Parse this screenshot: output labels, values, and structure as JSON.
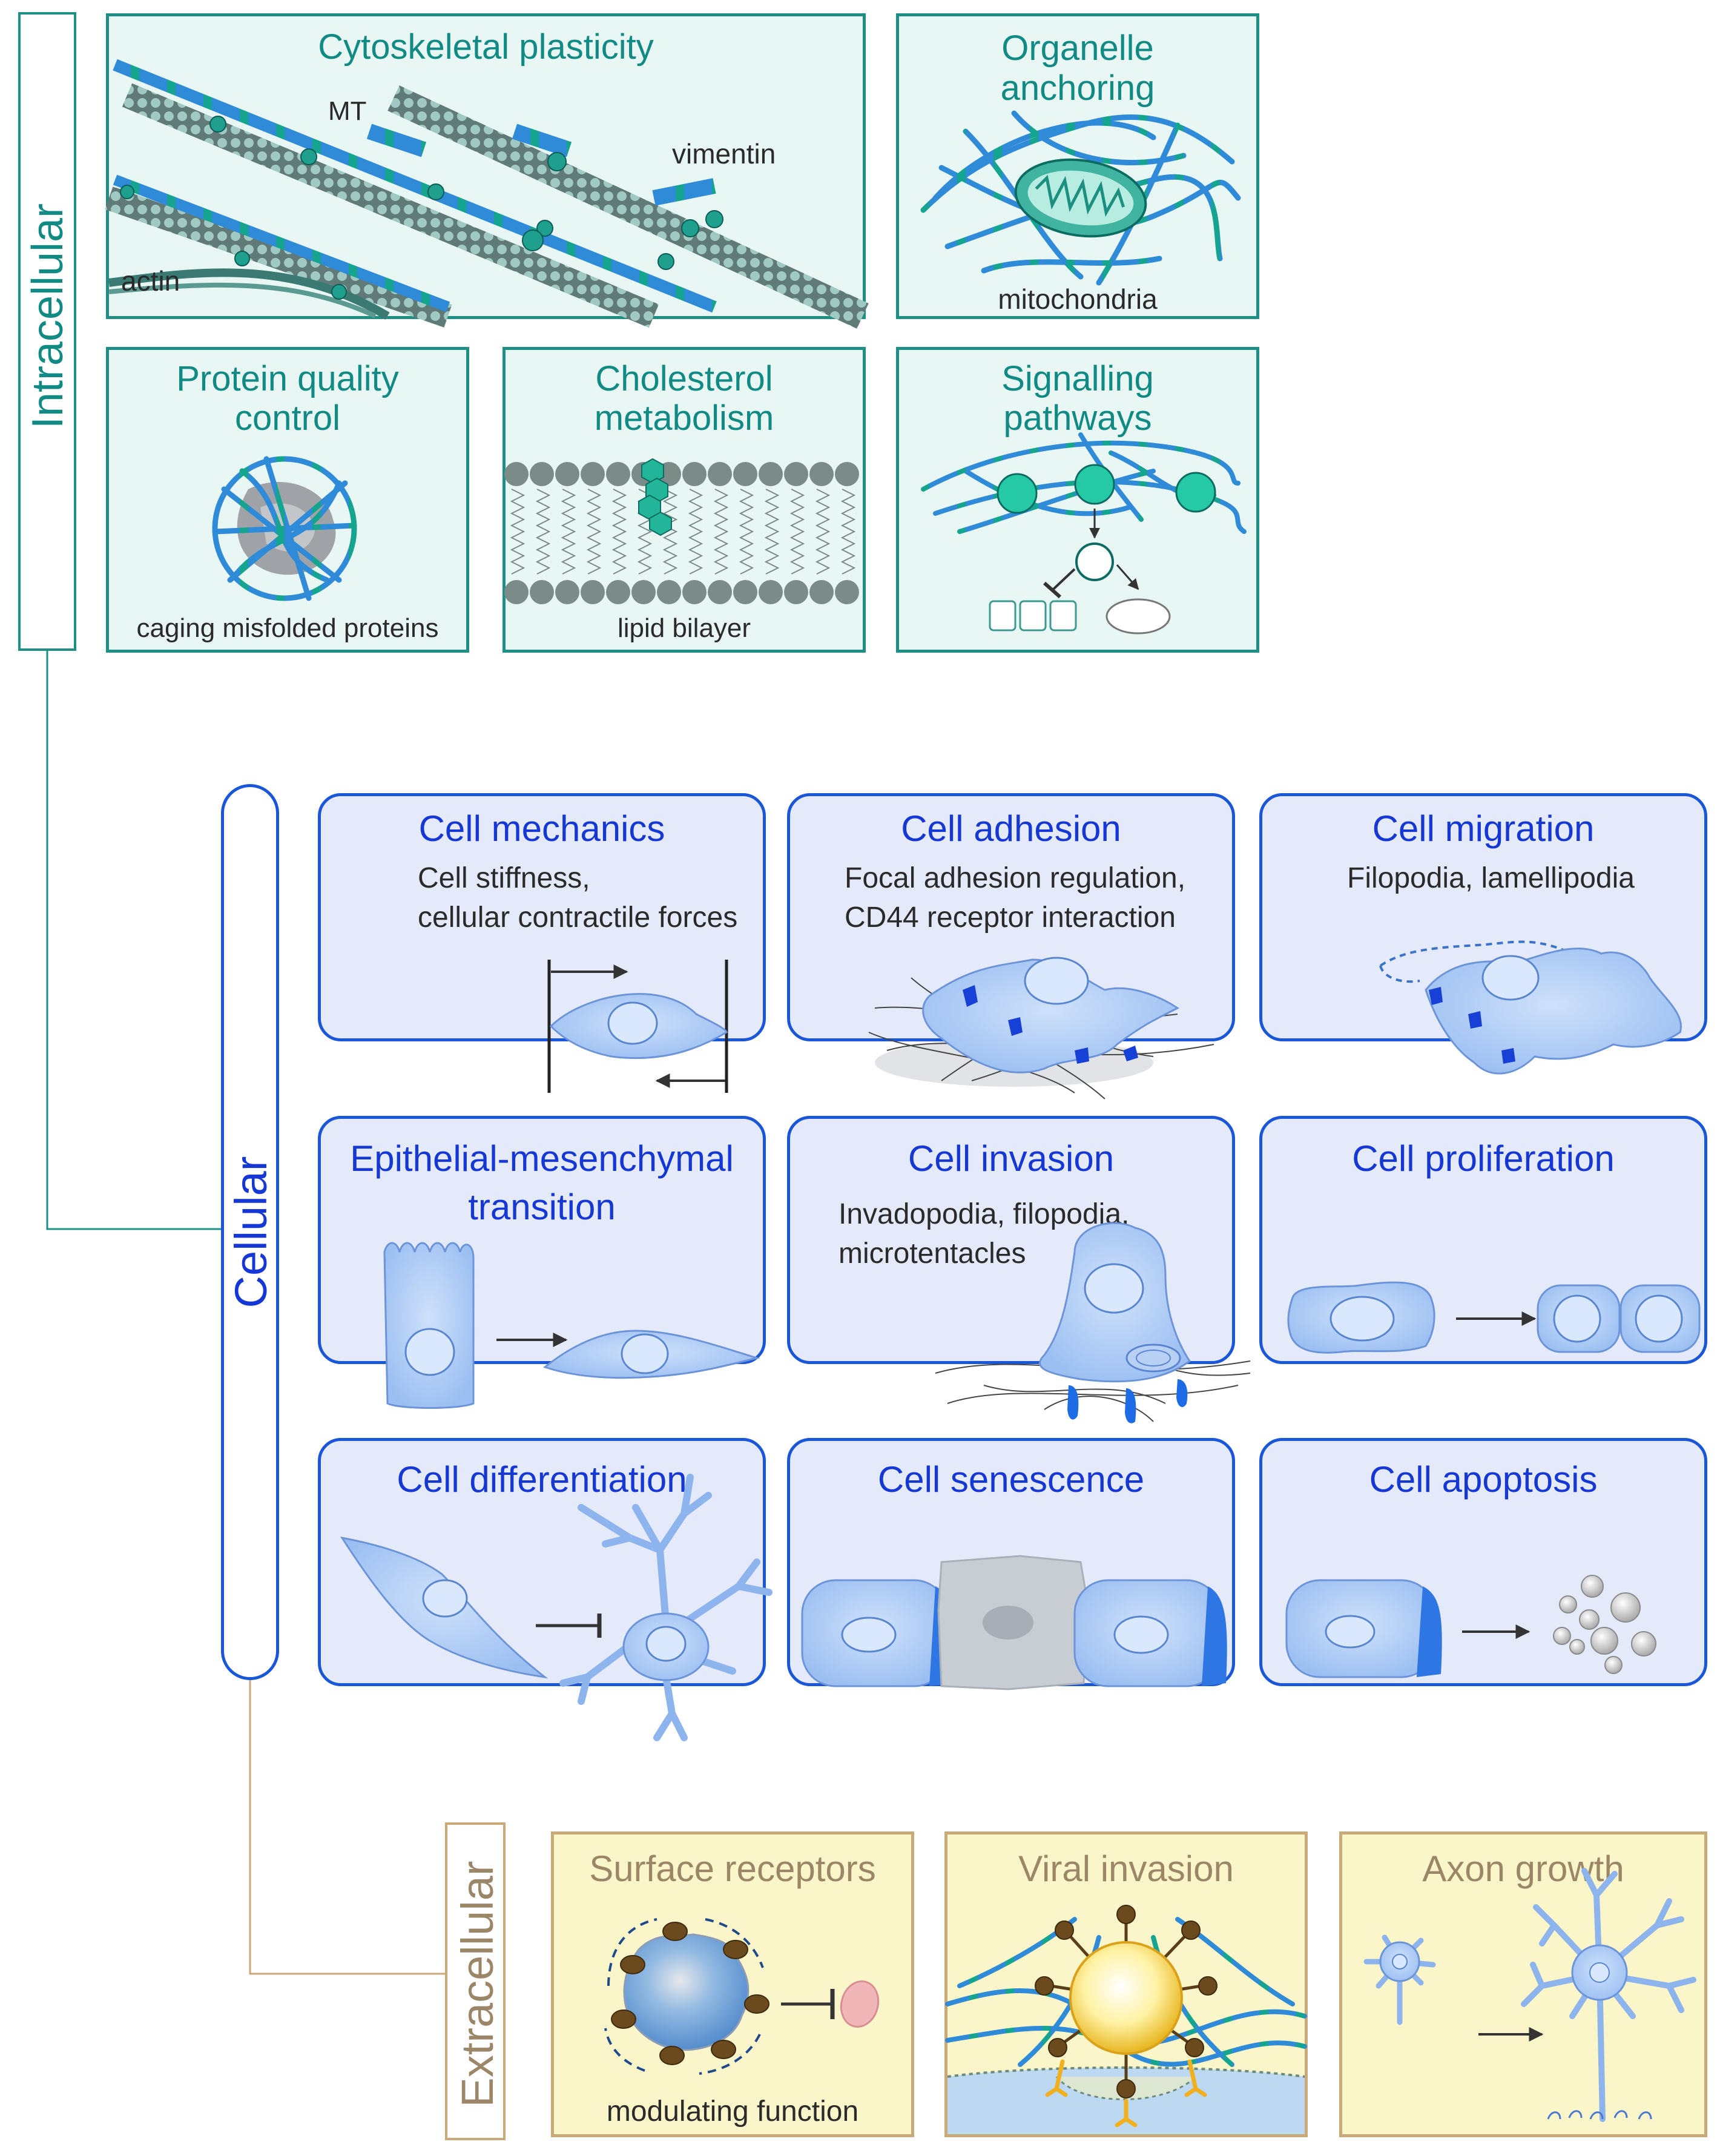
{
  "sections": {
    "intracellular": "Intracellular",
    "cellular": "Cellular",
    "extracellular": "Extracellular"
  },
  "intracellular": {
    "cytoskeletal": {
      "title": "Cytoskeletal plasticity",
      "labels": {
        "mt": "MT",
        "vimentin": "vimentin",
        "actin": "actin"
      }
    },
    "organelle": {
      "title_line1": "Organelle",
      "title_line2": "anchoring",
      "caption": "mitochondria"
    },
    "protein": {
      "title_line1": "Protein quality",
      "title_line2": "control",
      "caption": "caging misfolded proteins"
    },
    "cholesterol": {
      "title_line1": "Cholesterol",
      "title_line2": "metabolism",
      "caption": "lipid bilayer"
    },
    "signalling": {
      "title_line1": "Signalling",
      "title_line2": "pathways"
    }
  },
  "cellular": {
    "mechanics": {
      "title": "Cell mechanics",
      "line1": "Cell stiffness,",
      "line2": "cellular contractile forces"
    },
    "adhesion": {
      "title": "Cell adhesion",
      "line1": "Focal adhesion regulation,",
      "line2": "CD44 receptor interaction"
    },
    "migration": {
      "title": "Cell migration",
      "line1": "Filopodia, lamellipodia"
    },
    "emt": {
      "title_line1": "Epithelial-mesenchymal",
      "title_line2": "transition"
    },
    "invasion": {
      "title": "Cell invasion",
      "line1": "Invadopodia, filopodia,",
      "line2": "microtentacles"
    },
    "proliferation": {
      "title": "Cell proliferation"
    },
    "differentiation": {
      "title": "Cell differentiation"
    },
    "senescence": {
      "title": "Cell senescence"
    },
    "apoptosis": {
      "title": "Cell apoptosis"
    }
  },
  "extracellular": {
    "surface": {
      "title": "Surface receptors",
      "caption": "modulating function"
    },
    "viral": {
      "title": "Viral invasion"
    },
    "axon": {
      "title": "Axon growth"
    }
  },
  "colors": {
    "teal_border": "#1f8f86",
    "teal_bg": "#e8f6f4",
    "blue_border": "#1a56d8",
    "blue_bg": "#e5eafb",
    "yellow_border": "#c9a977",
    "yellow_bg": "#fbf6c9",
    "cell_fill": "#a9c8f5",
    "vimentin_blue": "#2f8ad8",
    "vimentin_teal": "#15a48f"
  }
}
